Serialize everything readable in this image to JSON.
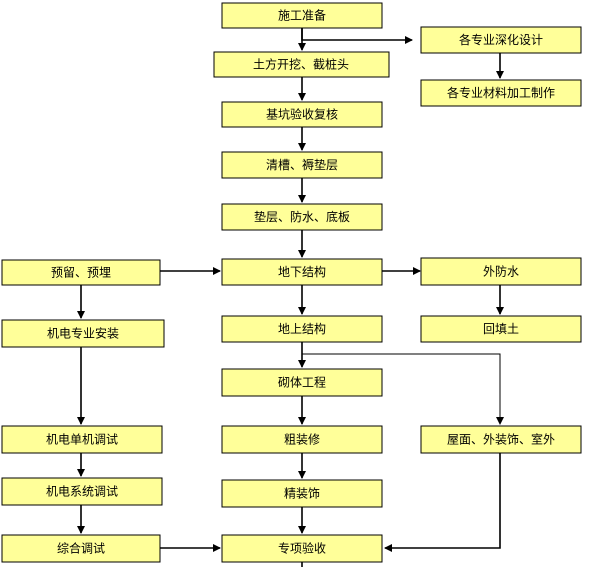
{
  "colors": {
    "box_fill": "#ffff99",
    "box_stroke": "#000000",
    "arrow": "#000000",
    "background": "#ffffff"
  },
  "nodes": {
    "prep": "施工准备",
    "deepen": "各专业深化设计",
    "earthwork": "土方开挖、截桩头",
    "materials": "各专业材料加工制作",
    "pit_check": "基坑验收复核",
    "cleanup": "清槽、褥垫层",
    "base": "垫层、防水、底板",
    "embed": "预留、预埋",
    "underground": "地下结构",
    "ext_waterproof": "外防水",
    "mep_install": "机电专业安装",
    "above": "地上结构",
    "backfill": "回填土",
    "masonry": "砌体工程",
    "mep_single": "机电单机调试",
    "rough": "粗装修",
    "roof_facade": "屋面、外装饰、室外",
    "mep_system": "机电系统调试",
    "fine": "精装饰",
    "commissioning": "综合调试",
    "acceptance": "专项验收"
  }
}
